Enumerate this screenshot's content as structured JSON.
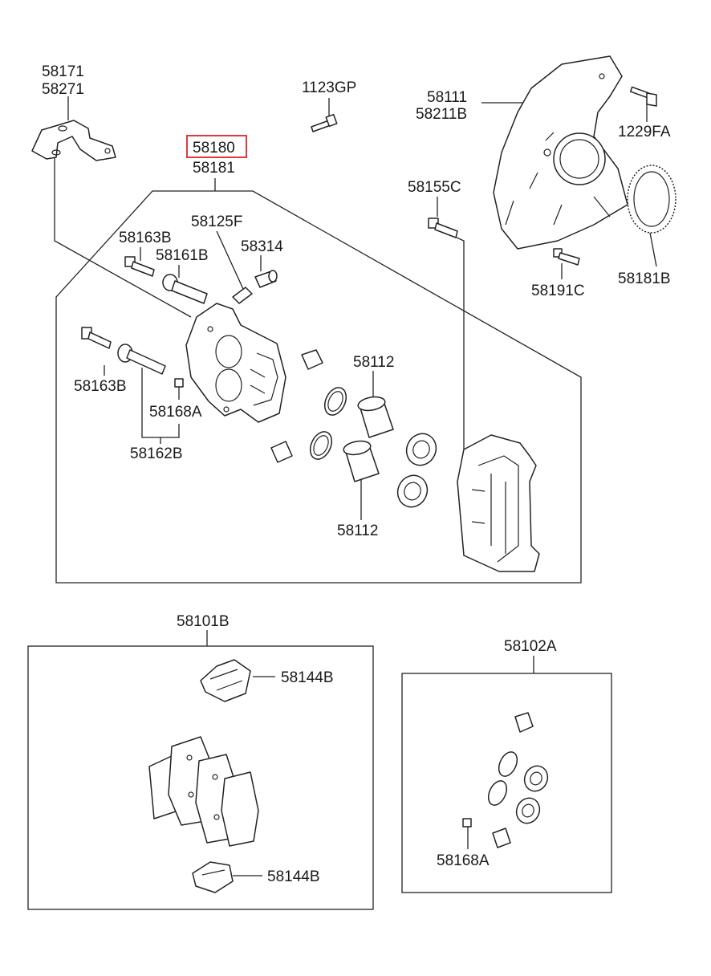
{
  "labels": {
    "bracket_a": "58171",
    "bracket_b": "58271",
    "bolt_1123gp": "1123GP",
    "shield_a": "58111",
    "shield_b": "58211B",
    "bolt_1229fa": "1229FA",
    "caliper_selected": "58180",
    "caliper_alt": "58181",
    "bolt_58155c": "58155C",
    "bleeder": "58125F",
    "cap": "58314",
    "bolt_58163b_top": "58163B",
    "bolt_58161b": "58161B",
    "bolt_58163b_left": "58163B",
    "piston_top": "58112",
    "bush_58168a": "58168A",
    "guide_set": "58162B",
    "piston_bottom": "58112",
    "bolt_58191c": "58191C",
    "tone_ring": "58181B",
    "pad_kit": "58101B",
    "clip_top": "58144B",
    "clip_bottom": "58144B",
    "seal_kit": "58102A",
    "seal_kit_bush": "58168A"
  },
  "colors": {
    "highlight": "#e03a3a",
    "line": "#222222"
  }
}
